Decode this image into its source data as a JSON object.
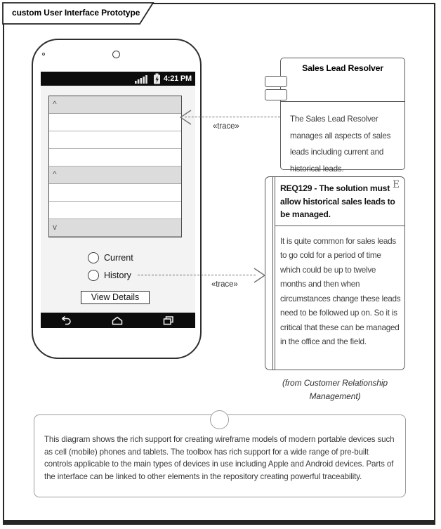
{
  "diagram": {
    "title": "custom User Interface Prototype"
  },
  "phone": {
    "status_bar": {
      "time": "4:21 PM"
    },
    "list": {
      "rows": [
        {
          "glyph": "^"
        },
        {
          "glyph": ""
        },
        {
          "glyph": ""
        },
        {
          "glyph": ""
        },
        {
          "glyph": "^"
        },
        {
          "glyph": ""
        },
        {
          "glyph": ""
        },
        {
          "glyph": "v"
        }
      ]
    },
    "radios": [
      {
        "label": "Current"
      },
      {
        "label": "History"
      }
    ],
    "details_button": {
      "label": "View Details"
    }
  },
  "component": {
    "title": "Sales Lead Resolver",
    "description": "The Sales Lead Resolver manages all aspects of sales leads including current and historical leads."
  },
  "requirement": {
    "title": "REQ129 - The solution must allow historical sales leads to be managed.",
    "badge": "E",
    "description": "It is quite common for sales leads to go cold for a period of time which could be up to twelve months and then when circumstances change these leads need to be followed up on. So it is critical that these can be managed in the office and the field."
  },
  "from_label": "(from Customer Relationship Management)",
  "note": {
    "text": "This diagram shows the rich support for creating wireframe models of modern portable devices such as cell (mobile) phones and tablets. The toolbox has rich support for a wide range of pre-built controls applicable to the main types of devices in use including Apple and Android devices. Parts of the interface can be linked to other elements in the repository creating powerful traceability."
  },
  "connectors": [
    {
      "label": "«trace»"
    },
    {
      "label": "«trace»"
    }
  ],
  "colors": {
    "frame_border": "#262626",
    "element_border": "#595959",
    "note_border": "#9c9c9c",
    "list_header_fill": "#dcdcdc",
    "device_bar_fill": "#0c0c0c",
    "screen_fill": "#f3f3f3",
    "body_text": "#3f3f3f"
  }
}
